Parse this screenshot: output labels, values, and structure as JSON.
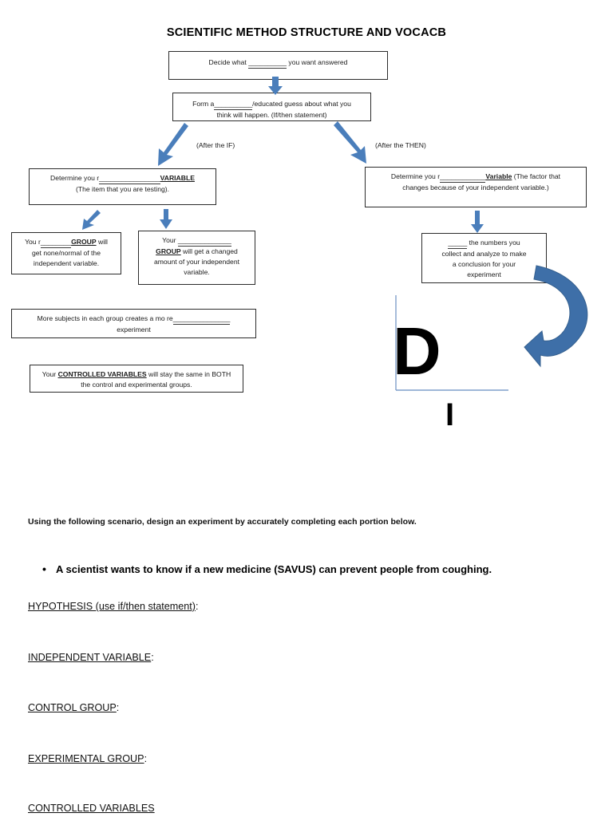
{
  "document": {
    "title": "SCIENTIFIC METHOD STRUCTURE AND VOCACB"
  },
  "flow": {
    "question_box": {
      "line1_pre": "Decide what ",
      "line1_blank": "__________",
      "line1_post": " you want answered"
    },
    "hypothesis_box": {
      "line1_pre": "Form  a",
      "line1_blank": "__________",
      "line1_post": "/educated guess about what you",
      "line2": "think will happen. (If/then statement)"
    },
    "independent_box": {
      "line1_pre": "Determine you r",
      "line1_blank": "________________",
      "line1_keyword": "VARIABLE",
      "line2": "(The item that you are testing)."
    },
    "dependent_box": {
      "line1_pre": "Determine you r",
      "line1_blank": "____________",
      "line1_keyword": "Variable",
      "line1_post": " (The factor that",
      "line2": "changes because of your independent variable.)"
    },
    "control_box": {
      "line1_pre": "You r",
      "line1_blank": "________",
      "line1_keyword": "GROUP",
      "line1_post": " will",
      "line2": "get none/normal of the",
      "line3": "independent variable."
    },
    "experimental_box": {
      "line1_pre": "Your ",
      "line1_blank": "______________",
      "line2_keyword": "GROUP",
      "line2_post": " will get a changed",
      "line3": "amount of your independent",
      "line4": "variable."
    },
    "data_box": {
      "line1_blank": "_____",
      "line1_post": " the numbers you",
      "line2": "collect and analyze to make",
      "line3": "a conclusion for your",
      "line4": "experiment"
    },
    "repeat_box": {
      "line1_pre": "More subjects in each group creates a mo re",
      "line1_blank": "_______________",
      "line2": "experiment"
    },
    "constants_box": {
      "line1_pre": "Your ",
      "line1_keyword": "CONTROLLED VARIABLES",
      "line1_post": " will stay the same in BOTH",
      "line2": "the control and experimental groups."
    },
    "labels": {
      "after_if": "(After the IF)",
      "after_then": "(After the THEN)"
    },
    "big_letters": {
      "d": "D",
      "i": "I"
    }
  },
  "worksheet": {
    "instruction": "Using the following scenario, design an experiment by accurately completing each portion below.",
    "scenario": "A scientist wants to know if a new medicine (SAVUS) can prevent people from coughing.",
    "prompts": [
      {
        "underlined": "HYPOTHESIS (use if/then statement)",
        "tail": ":"
      },
      {
        "underlined": "INDEPENDENT VARIABLE",
        "tail": ":"
      },
      {
        "underlined": "CONTROL GROUP",
        "tail": ":"
      },
      {
        "underlined": "EXPERIMENTAL GROUP",
        "tail": ":"
      },
      {
        "underlined": "CONTROLLED VARIABLES",
        "tail": ""
      }
    ]
  },
  "colors": {
    "arrow_blue": "#4A7EBB",
    "curve_blue": "#3E6FA8",
    "axis_blue": "#7F9FCB",
    "box_border": "#2b2b2b",
    "text": "#111111"
  }
}
